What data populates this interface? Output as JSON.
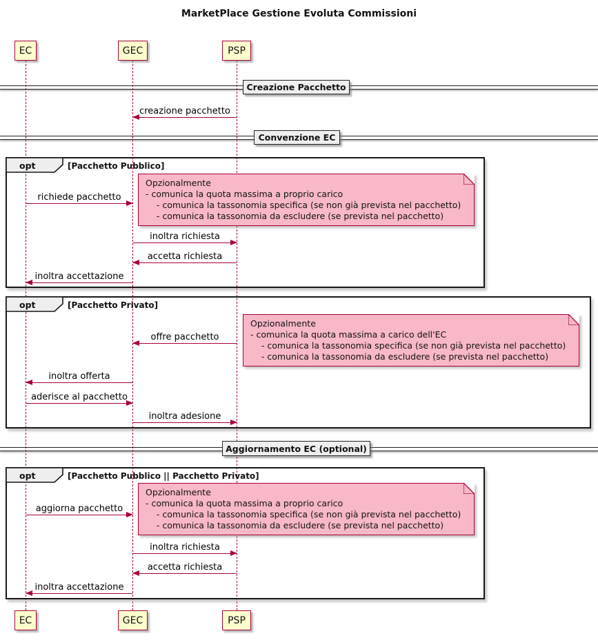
{
  "title": "MarketPlace Gestione Evoluta Commissioni",
  "participants": [
    {
      "id": "ec",
      "label": "EC"
    },
    {
      "id": "gec",
      "label": "GEC"
    },
    {
      "id": "psp",
      "label": "PSP"
    }
  ],
  "dividers": [
    {
      "label": "Creazione Pacchetto"
    },
    {
      "label": "Convenzione EC"
    },
    {
      "label": "Aggiornamento EC (optional)"
    }
  ],
  "fragments": [
    {
      "operator": "opt",
      "guard": "[Pacchetto Pubblico]"
    },
    {
      "operator": "opt",
      "guard": "[Pacchetto Privato]"
    },
    {
      "operator": "opt",
      "guard": "[Pacchetto Pubblico || Pacchetto Privato]"
    }
  ],
  "notes": [
    {
      "lines": [
        "Opzionalmente",
        "- comunica la quota massima a proprio carico",
        "    - comunica la tassonomia specifica (se non già prevista nel pacchetto)",
        "    - comunica la tassonomia da escludere (se prevista nel pacchetto)"
      ]
    },
    {
      "lines": [
        "Opzionalmente",
        "- comunica la quota massima a carico dell'EC",
        "    - comunica la tassonomia specifica (se non già prevista nel pacchetto)",
        "    - comunica la tassonomia da escludere (se prevista nel pacchetto)"
      ]
    },
    {
      "lines": [
        "Opzionalmente",
        "- comunica la quota massima a proprio carico",
        "    - comunica la tassonomia specifica (se non già prevista nel pacchetto)",
        "    - comunica la tassonomia da escludere (se prevista nel pacchetto)"
      ]
    }
  ],
  "messages": [
    {
      "label": "creazione pacchetto",
      "from": "PSP",
      "to": "GEC"
    },
    {
      "label": "richiede pacchetto",
      "from": "EC",
      "to": "GEC"
    },
    {
      "label": "inoltra richiesta",
      "from": "GEC",
      "to": "PSP"
    },
    {
      "label": "accetta richiesta",
      "from": "PSP",
      "to": "GEC"
    },
    {
      "label": "inoltra accettazione",
      "from": "GEC",
      "to": "EC"
    },
    {
      "label": "offre pacchetto",
      "from": "PSP",
      "to": "GEC"
    },
    {
      "label": "inoltra offerta",
      "from": "GEC",
      "to": "EC"
    },
    {
      "label": "aderisce al pacchetto",
      "from": "EC",
      "to": "GEC"
    },
    {
      "label": "inoltra adesione",
      "from": "GEC",
      "to": "PSP"
    },
    {
      "label": "aggiorna pacchetto",
      "from": "EC",
      "to": "GEC"
    },
    {
      "label": "inoltra richiesta",
      "from": "GEC",
      "to": "PSP"
    },
    {
      "label": "accetta richiesta",
      "from": "PSP",
      "to": "GEC"
    },
    {
      "label": "inoltra accettazione",
      "from": "GEC",
      "to": "EC"
    }
  ],
  "colors": {
    "accent": "#A80036",
    "participant_fill": "#FEFECE",
    "note_fill": "#F8B8C8",
    "label_fill": "#EEEEEE"
  }
}
